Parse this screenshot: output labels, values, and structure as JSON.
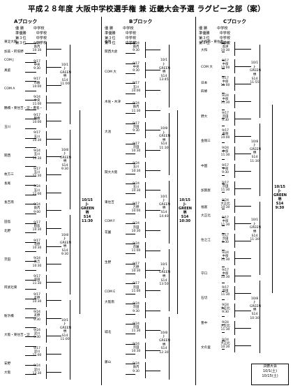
{
  "title": "平成２８年度 大阪中学校選手権 兼 近畿大会予選 ラグビー之部（案）",
  "blocks": [
    {
      "name": "Aブロック",
      "legend": [
        "優 勝",
        "中学校",
        "準優勝",
        "中学校",
        "第３位",
        "中学校",
        "第３位",
        "中学校"
      ],
      "teams": [
        "東淀大阪",
        "加美・阿倍野",
        "COM J",
        "真庭",
        "",
        "COM A",
        "",
        "鶴橋・東住吉・淀・豊島・",
        "",
        "玉川",
        "",
        "",
        "関西",
        "",
        "枚方三",
        "長尾",
        "",
        "長吉南",
        "",
        "田島",
        "北野",
        "",
        "",
        "茨田",
        "",
        "",
        "阿武社東",
        "",
        "",
        "粉浜橋",
        "",
        "大阪・東住吉・淀",
        "",
        "",
        "安野",
        "大阪"
      ],
      "matches": [
        "9/24\n鉄丙\n10:30",
        "9/17\n中央\n9:30",
        "9/17\n市鶴\n10:00",
        "9/24\n中央\n11:00",
        "9/17\n鶴橋\n10:00",
        "9/17\n玉川\n10:30",
        "9/24\n玉川\n10:30",
        "9/17\n玉川\n11:30",
        "9/24\n玉川\n11:00",
        "9/24\n鉄丙\n9:00",
        "9/17\n田島\n10:30",
        "9/17\n北野\n10:30",
        "9/24\n長吉\n10:30",
        "9/17\n茨田\n11:30",
        "9/17\n友野\n10:30",
        "9/24\n友野\n9:30",
        "9/24\n淀川\n9:30",
        "9/17\n淀川\n11:00",
        "9/24\n淀川\n12:30"
      ],
      "rounds": [
        "10/1\nJ-\nGREEN\n堺\nS14\n11:00",
        "10/8\nJ-\nGREEN\n堺\nS14\n9:30",
        "10/8\nJ-\nGREEN\n堺\nS14\n9:30",
        "10/1\nJ-\nGREEN\n堺\nS14\n11:00"
      ],
      "final": "10/15\nJ-\nGREEN\n堺\nS14\n11:30"
    },
    {
      "name": "Bブロック",
      "legend": [
        "優 勝",
        "中学校",
        "準優勝",
        "中学校",
        "第３位",
        "中学校",
        "第３位",
        "中学校"
      ],
      "teams": [
        "枚岡",
        "関西大倉",
        "",
        "COM 大",
        "",
        "",
        "木佐・木津",
        "",
        "",
        "大池",
        "",
        "",
        "",
        "関大大阪",
        "",
        "",
        "東住吉",
        "",
        "COM F",
        "花園",
        "",
        "",
        "生野",
        "",
        "",
        "COM E",
        "大阪南",
        "",
        "",
        "城北",
        "",
        "",
        "藤山",
        ""
      ],
      "matches": [
        "9/24\n鉄丙\n9:30",
        "9/17\n中央\n9:30",
        "9/17\n玉川\n10:00",
        "9/24\n鉄丙\n11:30",
        "9/17\n茨田\n9:30",
        "9/17\n茨田\n10:30",
        "9/24\n玉川\n10:30",
        "9/24\n玉川\n10:30",
        "9/17\n吉野\n10:00",
        "9/24\n茨田\n10:30",
        "9/24\n花園\n11:00",
        "9/17\n吉野\n10:30",
        "9/17\n茨田\n11:00",
        "9/24\n茨田\n9:30",
        "9/24\n茨田\n11:30",
        "9/24\n茨田\n10:30",
        "9/24\n鉄丙\n9:30"
      ],
      "rounds": [
        "10/1\nJ-\nGREEN\n堺\nS14\n13:45",
        "10/8\nJ-\nGREEN\n堺\nS14\n11:30",
        "10/1\nJ-\nGREEN\n堺\nS14\n14:40",
        "10/1\nJ-\nGREEN\n堺\nS14\n13:50",
        "10/8\nJ-\nGREEN\n堺\nS14\n12:30"
      ],
      "final": "10/15\nJ-\nGREEN\n堺\nS14\n10:30"
    },
    {
      "name": "Cブロック",
      "legend": [
        "優 勝",
        "中学校",
        "準優勝",
        "中学校",
        "第３位",
        "中学校",
        "第３位",
        "中学校"
      ],
      "teams": [
        "大和南・東住吉",
        "大和",
        "",
        "COM 大",
        "",
        "日本",
        "四條",
        "",
        "",
        "野大",
        "",
        "",
        "金剛三",
        "",
        "",
        "中国",
        "",
        "",
        "加賀屋",
        "",
        "福富",
        "大正北",
        "",
        "",
        "住之江",
        "",
        "",
        "",
        "守口",
        "",
        "",
        "石切",
        "",
        "",
        "豊中",
        "",
        "",
        "文の里"
      ],
      "matches": [
        "9/24\n高津\n10:30",
        "9/17\n中部\n10:00",
        "9/17\n中部\n11:00",
        "9/24\n中部\n11:30",
        "9/17\n茨田\n9:30",
        "9/17\n金剛\n10:00",
        "9/24\n中部\n11:30",
        "9/17\n中部\n9:30",
        "9/17\n茨田\n11:30",
        "9/24\n大正北\n10:30",
        "9/17\n中部\n11:30",
        "9/17\n茨田\n9:30",
        "9/24\n中部\n11:30",
        "9/17\n中部\n10:30",
        "9/17\n茨田\n11:30",
        "9/24\n大正北\n9:30",
        "9/24\n大正北\n11:30",
        "9/24\n大正北\n10:30"
      ],
      "rounds": [
        "10/1\nJ-\nGREEN\n堺\nS14\n11:55",
        "10/8\nJ-\nGREEN\n堺\nS14\n11:30",
        "10/1\nJ-\nGREEN\n堺\nS14\n11:30",
        "10/8\nJ-\nGREEN\n堺\nS14\n10:30"
      ],
      "final": "10/15\nJ-\nGREEN\n堺\nS14\n9:30"
    }
  ],
  "note": {
    "line1": "決勝大会",
    "line2": "10/1(土)",
    "line3": "10/15(土)"
  }
}
